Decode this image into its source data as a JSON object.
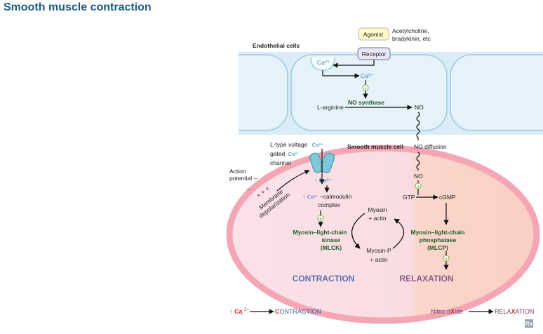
{
  "title": "Smooth muscle contraction",
  "endothelium": {
    "label": "Endothelial cells",
    "agonist": "Agonist",
    "agonist_examples_line1": "Acetylcholine,",
    "agonist_examples_line2": "bradykinin, etc",
    "receptor": "Receptor",
    "ca_store": "Ca²⁺",
    "ca_free": "Ca²⁺",
    "plus": "+",
    "no_synthase": "NO synthase",
    "l_arginine": "L-arginine",
    "no": "NO"
  },
  "smooth_muscle": {
    "label": "Smooth muscle cell",
    "no_diffusion": "NO diffusion",
    "no_inside": "NO",
    "gtp": "GTP",
    "cgmp": "cGMP",
    "mlcp_line1": "Myosin–light-chain",
    "mlcp_line2": "phosphatase",
    "mlcp_line3": "(MLCP)",
    "channel_line1_text": "L-type voltage",
    "channel_line1_ca": "Ca²⁺",
    "channel_line2_text": "gated",
    "channel_line2_ca": "Ca²⁺",
    "channel_line3": "channel",
    "ca_influx": "↑ Ca²⁺",
    "complex_line1_arrow": "↑",
    "complex_line1_ca": "Ca²⁺",
    "complex_line1_rest": "–calmodulin",
    "complex_line2": "complex",
    "mlck_line1": "Myosin–light-chain",
    "mlck_line2": "kinase",
    "mlck_line3": "(MLCK)",
    "myosin_line1": "Myosin",
    "myosin_line2": "+ actin",
    "myosin_p_line1": "Myosin-P",
    "myosin_p_line2": "+ actin",
    "action_potential_line1": "Action",
    "action_potential_line2": "potential",
    "minus_sign": "–",
    "pluses": "+ + +",
    "depol_line1": "Membrane",
    "depol_line2": "depolarization",
    "contraction": "CONTRACTION",
    "relaxation": "RELAXATION"
  },
  "mnemonics": {
    "left_prefix": "↑",
    "left_ca": "Ca",
    "left_sup": "2+",
    "left_c": "C",
    "left_rest": "ONTRACTION",
    "right_nitric": "Nitric o",
    "right_x": "X",
    "right_ide": "ide",
    "right_rela": "RELA",
    "right_x2": "X",
    "right_ation": "ATION"
  },
  "logo": "Rx",
  "colors": {
    "title": "#1a5a86",
    "endothelium_fill": "#daecf5",
    "endothelium_stroke": "#8fc3dc",
    "cell_membrane": "#f4a6b5",
    "contraction_fill": "#fbe1e6",
    "relaxation_fill": "#fbd6cc",
    "contraction_text": "#5a6fb0",
    "relaxation_text": "#8a5a90",
    "enzyme_text": "#1e5b1e",
    "calcium_text": "#3a80b8",
    "mnemonic_red": "#c0392b"
  }
}
